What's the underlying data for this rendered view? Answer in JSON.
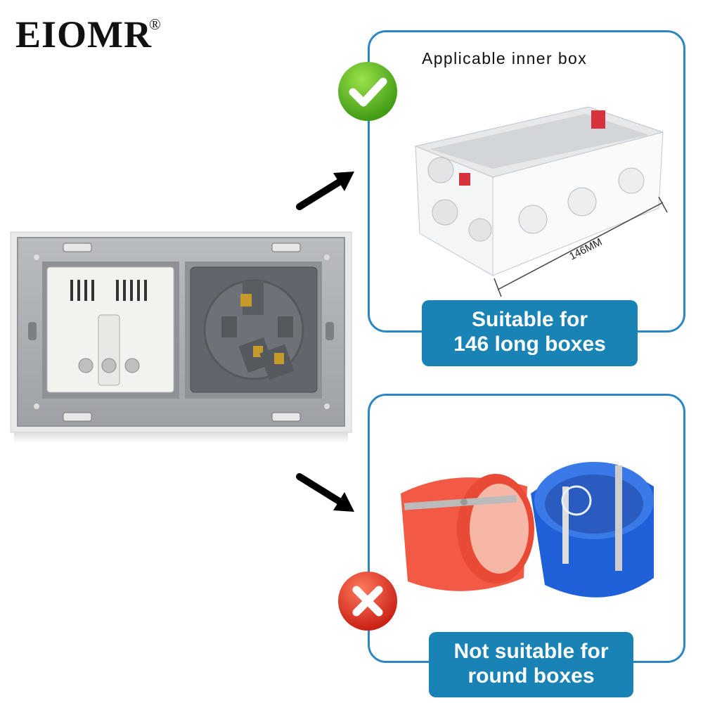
{
  "brand": {
    "name": "EIOMR",
    "registered": "®"
  },
  "top_panel": {
    "title": "Applicable inner box",
    "dimension": "146MM",
    "label_line1": "Suitable for",
    "label_line2": "146 long boxes",
    "status_icon": "check-icon",
    "status_color": "#5cbf2a"
  },
  "bottom_panel": {
    "label_line1": "Not suitable for",
    "label_line2": "round boxes",
    "status_icon": "cross-icon",
    "status_color": "#e63a2a"
  },
  "colors": {
    "accent": "#2a86c4",
    "label_bg": "#1a83b6",
    "red_box": "#f25a45",
    "blue_box": "#1f5fd8"
  }
}
